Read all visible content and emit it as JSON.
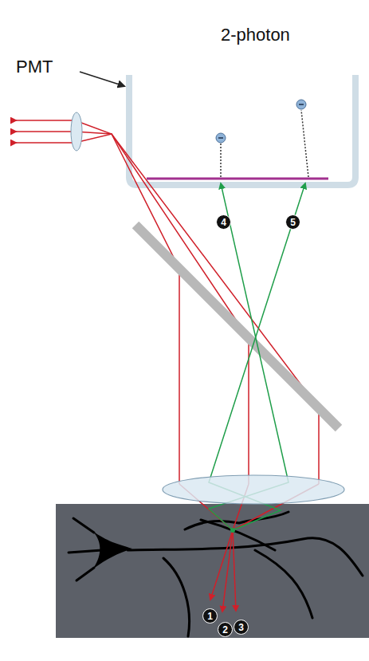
{
  "diagram": {
    "title": "2-photon",
    "nodes": [
      {
        "text": [
          "1"
        ]
      },
      {
        "text": [
          "2"
        ]
      },
      {
        "text": [
          "3"
        ]
      },
      {
        "text": [
          "4"
        ]
      },
      {
        "text": [
          "5"
        ]
      }
    ],
    "labels": [
      "PMT"
    ]
  }
}
